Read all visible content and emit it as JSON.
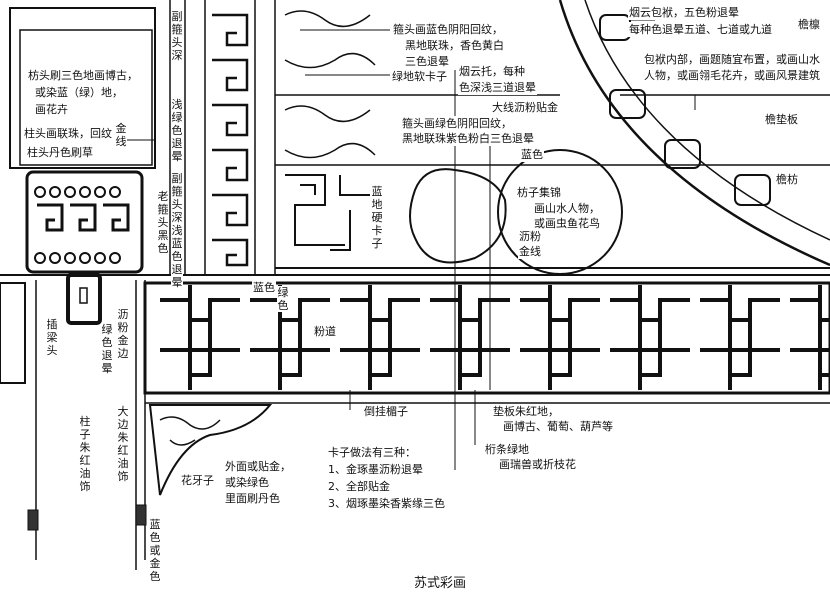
{
  "title": "苏式彩画",
  "labels": {
    "fangtou": [
      "枋头刷三色地画博古，",
      "或染蓝（绿）地，",
      "画花卉"
    ],
    "zhutou_lianzhu": "柱头画联珠，回纹",
    "zhutou_dan": "柱头丹色刷草",
    "jinxian": "金线",
    "fugutou_shen": "副箍头深",
    "qianlv": "浅绿色退晕",
    "fugutou_lan": "副箍头深浅蓝色退晕",
    "laogutou": "老箍头黑色",
    "gutou_lan": [
      "箍头画蓝色阴阳回纹，",
      "黑地联珠，香色黄白",
      "三色退晕"
    ],
    "lvdi_kazi": "绿地软卡子",
    "yanyuntuo": [
      "烟云托，每种",
      "色深浅三道退晕"
    ],
    "daxian": "大线沥粉贴金",
    "gutou_lv": [
      "箍头画绿色阴阳回纹，",
      "黑地联珠紫色粉白三色退晕"
    ],
    "lanse_top": "蓝色",
    "landi_kazi": "蓝地硬卡子",
    "fangzi": [
      "枋子集锦",
      "画山水人物，",
      "或画虫鱼花鸟"
    ],
    "lifen_jinxian": [
      "沥粉",
      "金线"
    ],
    "yanyun_baofu": [
      "烟云包袱，五色粉退晕",
      "每种色退晕五道、七道或九道"
    ],
    "yanlin": "檐檩",
    "baofu_neibu": [
      "包袱内部，画题随宜布置，或画山水",
      "人物，或画翎毛花卉，或画风景建筑"
    ],
    "yandianban": "檐垫板",
    "yanfang": "檐枋",
    "chaliangtou": "插梁头",
    "lifen_jinbian": "沥粉金边",
    "lvse_tuiyun": "绿色退晕",
    "zhuzi": "柱子朱红油饰",
    "dabian": "大边朱红油饰",
    "lanse_jinse": "蓝色或金色",
    "lattice_lan": "蓝色",
    "lattice_lv": "绿色",
    "fendao": "粉道",
    "daogua": "倒挂楣子",
    "dianban": [
      "垫板朱红地，",
      "画博古、葡萄、葫芦等"
    ],
    "hengtiao": [
      "桁条绿地",
      "画瑞兽或折枝花"
    ],
    "huayazi": "花牙子",
    "huayazi_desc": [
      "外面或贴金，",
      "或染绿色",
      "里面刷丹色"
    ],
    "kazi": [
      "卡子做法有三种：",
      "1、金琢墨沥粉退晕",
      "2、全部贴金",
      "3、烟琢墨染香紫缘三色"
    ]
  }
}
